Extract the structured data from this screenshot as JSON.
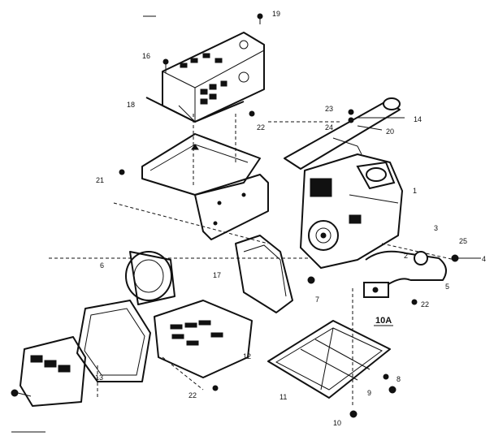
{
  "diagram": {
    "callouts": [
      {
        "id": "c1",
        "text": "1"
      },
      {
        "id": "c2",
        "text": "2"
      },
      {
        "id": "c3",
        "text": "3"
      },
      {
        "id": "c4",
        "text": "4"
      },
      {
        "id": "c5",
        "text": "5"
      },
      {
        "id": "c6",
        "text": "6"
      },
      {
        "id": "c7",
        "text": "7"
      },
      {
        "id": "c8",
        "text": "8"
      },
      {
        "id": "c9",
        "text": "9"
      },
      {
        "id": "c10",
        "text": "10"
      },
      {
        "id": "c11",
        "text": "11"
      },
      {
        "id": "c12",
        "text": "12"
      },
      {
        "id": "c13",
        "text": "13"
      },
      {
        "id": "c14",
        "text": "14"
      },
      {
        "id": "c16",
        "text": "16"
      },
      {
        "id": "c17",
        "text": "17"
      },
      {
        "id": "c18",
        "text": "18"
      },
      {
        "id": "c19",
        "text": "19"
      },
      {
        "id": "c20",
        "text": "20"
      },
      {
        "id": "c21",
        "text": "21"
      },
      {
        "id": "c22a",
        "text": "22"
      },
      {
        "id": "c22b",
        "text": "22"
      },
      {
        "id": "c22c",
        "text": "22"
      },
      {
        "id": "c23",
        "text": "23"
      },
      {
        "id": "c24",
        "text": "24"
      },
      {
        "id": "c25",
        "text": "25"
      },
      {
        "id": "c10a",
        "text": "10A"
      }
    ]
  }
}
